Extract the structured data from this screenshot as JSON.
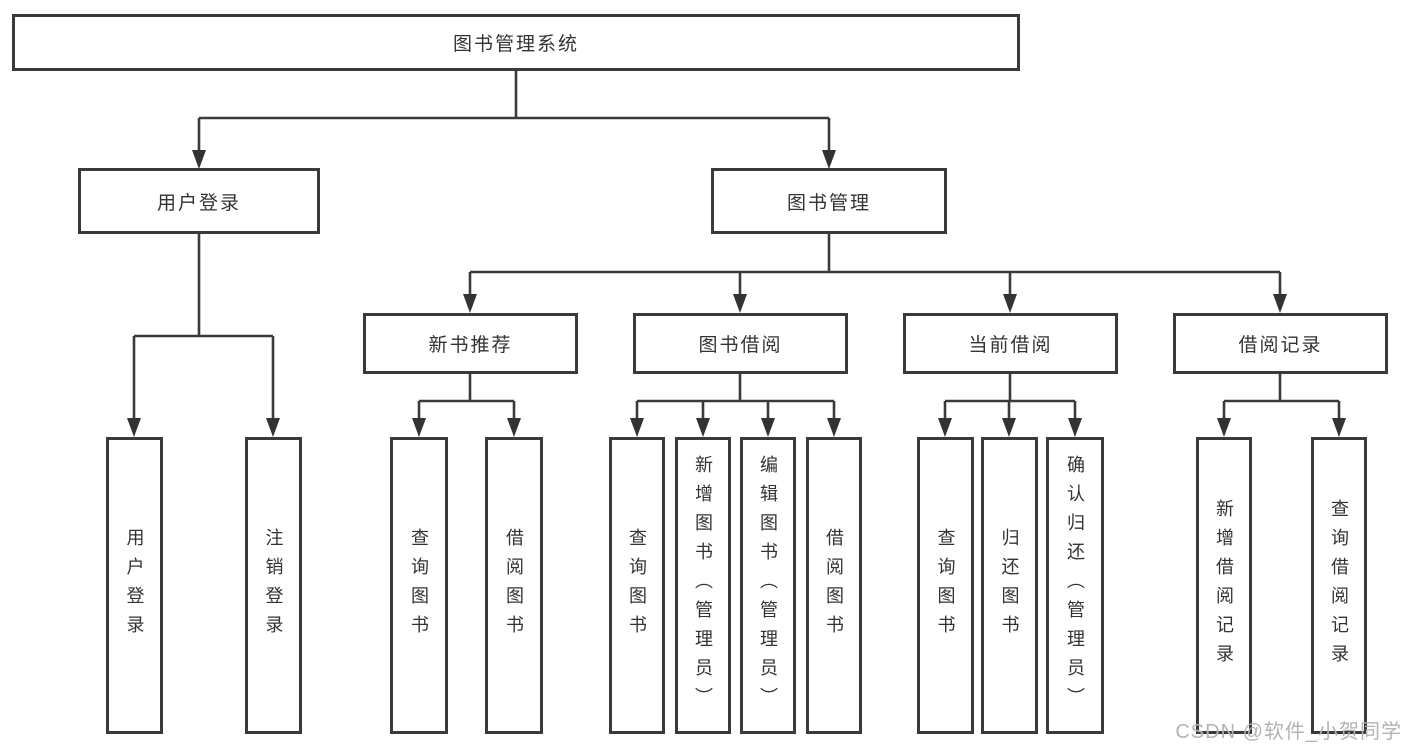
{
  "tree": {
    "root": "图书管理系统",
    "branches": [
      {
        "label": "用户登录",
        "children": [
          "用户登录",
          "注销登录"
        ]
      },
      {
        "label": "图书管理",
        "children": [
          {
            "label": "新书推荐",
            "children": [
              "查询图书",
              "借阅图书"
            ]
          },
          {
            "label": "图书借阅",
            "children": [
              "查询图书",
              "新增图书（管理员）",
              "编辑图书（管理员）",
              "借阅图书"
            ]
          },
          {
            "label": "当前借阅",
            "children": [
              "查询图书",
              "归还图书",
              "确认归还（管理员）"
            ]
          },
          {
            "label": "借阅记录",
            "children": [
              "新增借阅记录",
              "查询借阅记录"
            ]
          }
        ]
      }
    ]
  },
  "watermark": "CSDN @软件_小贺同学",
  "colors": {
    "line": "#3a3a3a",
    "box_border": "#3a3a3a",
    "text": "#333333",
    "watermark": "#b3b3b3",
    "background": "#ffffff"
  }
}
